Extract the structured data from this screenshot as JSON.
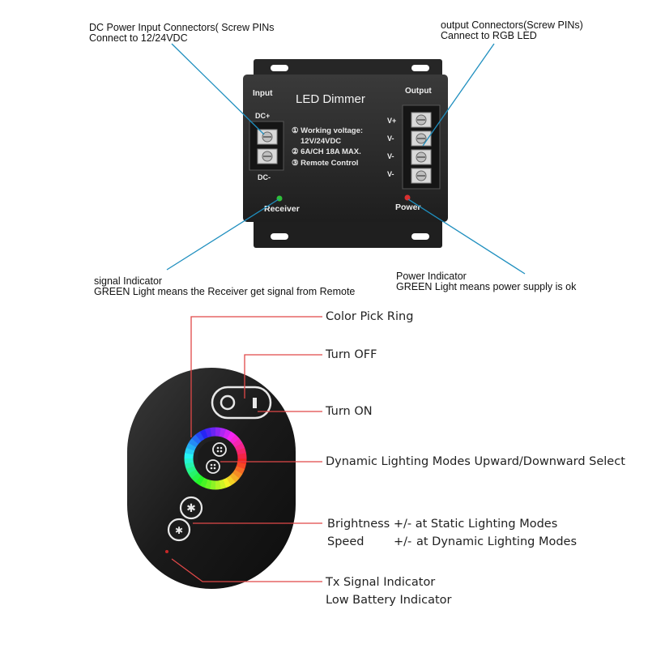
{
  "colors": {
    "callout_blue": "#1f8fbf",
    "callout_red": "#e04848",
    "device_body": "#2b2b2b",
    "receiver_led": "#2fbf3a",
    "power_led": "#d83030"
  },
  "controller": {
    "input_label": "Input",
    "output_label": "Output",
    "title": "LED Dimmer",
    "spec_1": "① Working voltage:",
    "spec_1b": "12V/24VDC",
    "spec_2": "② 6A/CH  18A MAX.",
    "spec_3": "③ Remote Control",
    "dc_plus": "DC+",
    "dc_minus": "DC-",
    "v_labels": [
      "V+",
      "V-",
      "V-",
      "V-"
    ],
    "receiver_label": "Receiver",
    "power_label": "Power"
  },
  "callouts": {
    "dc_input": [
      "DC Power Input Connectors( Screw PINs",
      "Connect to 12/24VDC"
    ],
    "output": [
      "output Connectors(Screw PINs)",
      "Cannect to RGB LED"
    ],
    "signal": [
      "signal Indicator",
      "GREEN Light means the Receiver get signal from Remote"
    ],
    "power": [
      "Power Indicator",
      "GREEN Light means power supply is ok"
    ]
  },
  "remote": {
    "color_ring": "Color Pick Ring",
    "turn_off": "Turn  OFF",
    "turn_on": "Turn  ON",
    "modes": "Dynamic Lighting Modes Upward/Downward Select",
    "brightness": "Brightness +/-   at Static Lighting Modes",
    "speed_a": "Speed",
    "speed_b": "+/-",
    "speed_c": "at Dynamic Lighting Modes",
    "tx": "Tx Signal Indicator",
    "battery": "Low Battery Indicator"
  }
}
